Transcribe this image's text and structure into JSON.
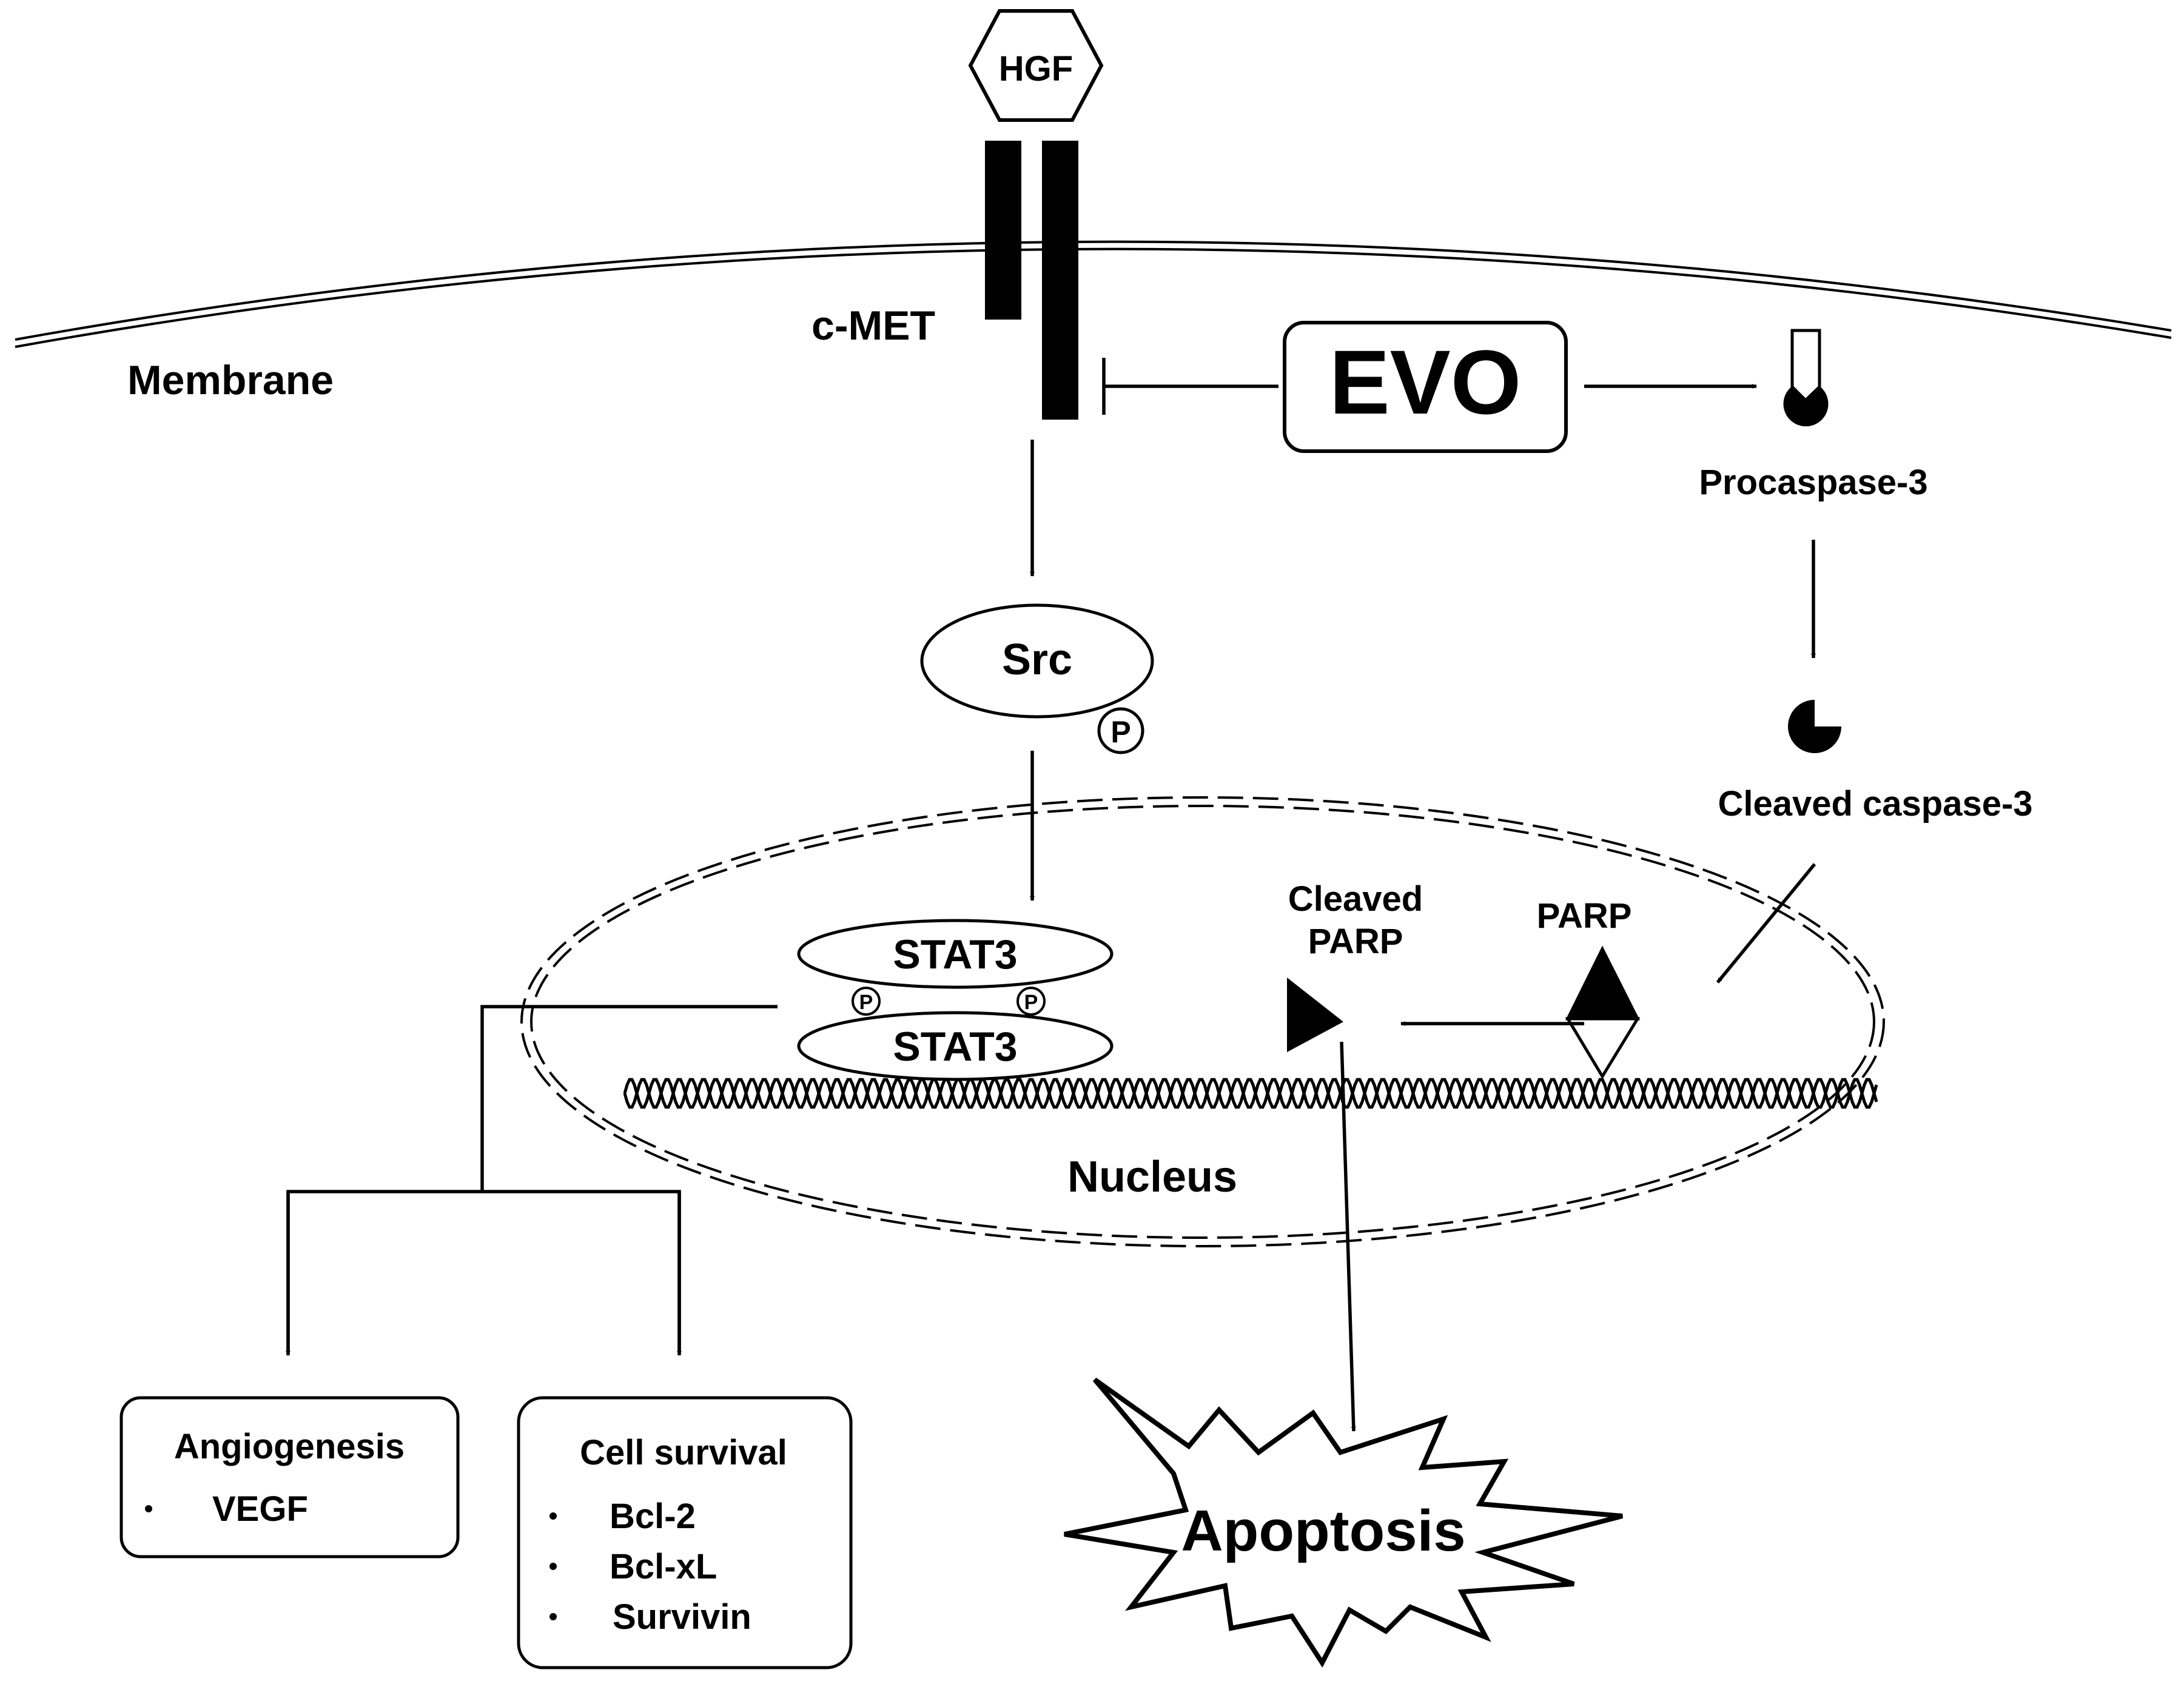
{
  "labels": {
    "hgf": "HGF",
    "cmet": "c-MET",
    "membrane": "Membrane",
    "evo": "EVO",
    "procaspase": "Procaspase-3",
    "src": "Src",
    "p": "P",
    "cleaved_caspase": "Cleaved caspase-3",
    "stat3_top": "STAT3",
    "stat3_bottom": "STAT3",
    "cleaved_parp_line1": "Cleaved",
    "cleaved_parp_line2": "PARP",
    "parp": "PARP",
    "nucleus": "Nucleus",
    "apoptosis": "Apoptosis"
  },
  "outcomes": {
    "angiogenesis": {
      "title": "Angiogenesis",
      "items": [
        "VEGF"
      ]
    },
    "cell_survival": {
      "title": "Cell survival",
      "items": [
        "Bcl-2",
        "Bcl-xL",
        "Survivin"
      ]
    }
  },
  "colors": {
    "ink": "#000000",
    "background": "#ffffff"
  }
}
